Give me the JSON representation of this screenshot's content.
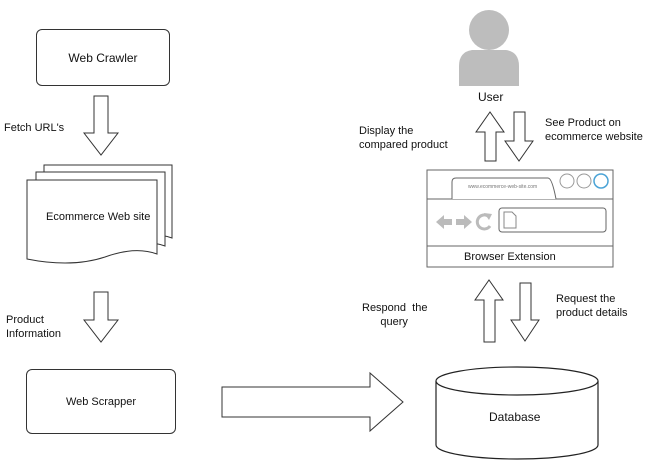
{
  "nodes": {
    "web_crawler": "Web Crawler",
    "ecommerce_site": "Ecommerce Web site",
    "web_scrapper": "Web Scrapper",
    "user": "User",
    "browser_extension": "Browser Extension",
    "browser_address": "www.ecommerce-web-site.com",
    "database": "Database"
  },
  "edges": {
    "fetch_urls": "Fetch URL's",
    "product_information": "Product\nInformation",
    "display_compared": "Display the\ncompared product",
    "see_product": "See Product on\necommerce website",
    "respond_query": "Respond  the\n      query",
    "request_details": "Request the\nproduct details"
  },
  "colors": {
    "stroke": "#333333",
    "user_icon": "#bdbdbd",
    "browser_button": "#4aa3d6"
  },
  "icons": [
    "user-icon",
    "back-arrow-icon",
    "forward-arrow-icon",
    "reload-icon",
    "document-icon"
  ]
}
